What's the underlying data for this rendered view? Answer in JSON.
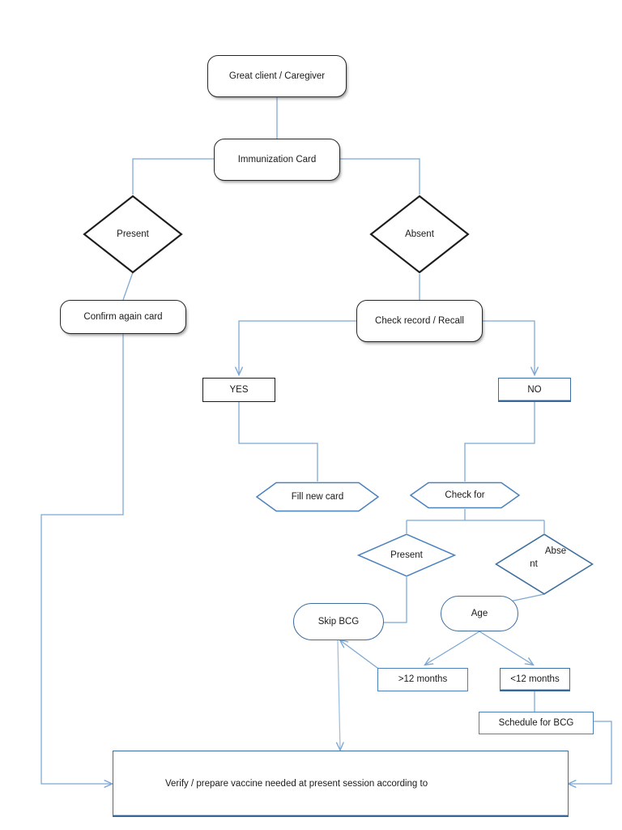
{
  "diagram": {
    "title": "Immunization card / BCG decision flow",
    "colors": {
      "edge_blue": "#6f9fd0",
      "shape_blue": "#4a82bd",
      "shape_black": "#262626",
      "background": "#ffffff",
      "text": "#1a1a1a"
    }
  },
  "nodes": {
    "greet": {
      "label": "Great client / Caregiver",
      "shape": "rounded-rectangle",
      "border": "black"
    },
    "immunization_card": {
      "label": "Immunization Card",
      "shape": "rounded-rectangle",
      "border": "black"
    },
    "present_card": {
      "label": "Present",
      "shape": "diamond",
      "border": "black"
    },
    "absent_card": {
      "label": "Absent",
      "shape": "diamond",
      "border": "black"
    },
    "confirm_again": {
      "label": "Confirm again card",
      "shape": "rounded-rectangle",
      "border": "black"
    },
    "check_record": {
      "label": "Check record / Recall",
      "shape": "rounded-rectangle",
      "border": "black"
    },
    "yes": {
      "label": "YES",
      "shape": "rectangle",
      "border": "black"
    },
    "no": {
      "label": "NO",
      "shape": "rectangle",
      "border": "blue"
    },
    "fill_new_card": {
      "label": "Fill new card",
      "shape": "hexagon",
      "border": "blue"
    },
    "check_for": {
      "label": "Check for",
      "shape": "hexagon",
      "border": "blue"
    },
    "present_bcg": {
      "label": "Present",
      "shape": "diamond",
      "border": "blue"
    },
    "absent_bcg": {
      "label": "Abse nt",
      "label_line1": "Abse",
      "label_line2": "nt",
      "shape": "diamond",
      "border": "blue"
    },
    "skip_bcg": {
      "label": "Skip BCG",
      "shape": "stadium",
      "border": "blue"
    },
    "age": {
      "label": "Age",
      "shape": "stadium",
      "border": "blue"
    },
    "over_12_months": {
      "label": ">12 months",
      "shape": "rectangle",
      "border": "blue"
    },
    "under_12_months": {
      "label": "<12 months",
      "shape": "rectangle",
      "border": "blue"
    },
    "schedule_bcg": {
      "label": "Schedule for BCG",
      "shape": "rectangle",
      "border": "blue"
    },
    "verify": {
      "label": "Verify / prepare vaccine needed at present session according to",
      "shape": "rectangle",
      "border": "blue"
    }
  },
  "edges": [
    {
      "from": "greet",
      "to": "immunization_card",
      "arrow": false
    },
    {
      "from": "immunization_card",
      "to": "present_card",
      "arrow": false
    },
    {
      "from": "immunization_card",
      "to": "absent_card",
      "arrow": false
    },
    {
      "from": "present_card",
      "to": "confirm_again",
      "arrow": false
    },
    {
      "from": "absent_card",
      "to": "check_record",
      "arrow": false
    },
    {
      "from": "check_record",
      "to": "yes",
      "arrow": true
    },
    {
      "from": "check_record",
      "to": "no",
      "arrow": true
    },
    {
      "from": "yes",
      "to": "fill_new_card",
      "arrow": false
    },
    {
      "from": "no",
      "to": "check_for",
      "arrow": false
    },
    {
      "from": "check_for",
      "to": "present_bcg",
      "arrow": false
    },
    {
      "from": "check_for",
      "to": "absent_bcg",
      "arrow": false
    },
    {
      "from": "present_bcg",
      "to": "skip_bcg",
      "arrow": false
    },
    {
      "from": "absent_bcg",
      "to": "age",
      "arrow": false
    },
    {
      "from": "age",
      "to": "over_12_months",
      "arrow": true
    },
    {
      "from": "age",
      "to": "under_12_months",
      "arrow": true
    },
    {
      "from": "over_12_months",
      "to": "skip_bcg",
      "arrow": true
    },
    {
      "from": "under_12_months",
      "to": "schedule_bcg",
      "arrow": false
    },
    {
      "from": "skip_bcg",
      "to": "verify",
      "arrow": true
    },
    {
      "from": "confirm_again",
      "to": "verify",
      "arrow": true
    },
    {
      "from": "schedule_bcg",
      "to": "verify",
      "arrow": true
    }
  ]
}
